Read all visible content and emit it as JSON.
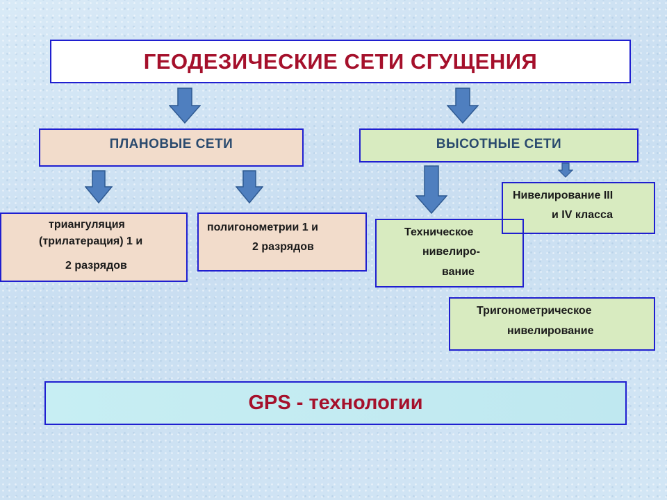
{
  "title": "ГЕОДЕЗИЧЕСКИЕ СЕТИ СГУЩЕНИЯ",
  "planovye": "ПЛАНОВЫЕ СЕТИ",
  "vysotnye": "ВЫСОТНЫЕ СЕТИ",
  "triangulation": {
    "line1": "триангуляция",
    "line2": "(трилатерация) 1 и",
    "line3": "2 разрядов"
  },
  "polygonometry": {
    "line1": "полигонометрии 1 и",
    "line2": "2 разрядов"
  },
  "technical_leveling": {
    "line1": "Техническое",
    "line2": "нивелиро-",
    "line3": "вание"
  },
  "leveling_classes": {
    "line1": "Нивелирование III",
    "line2": "и IV класса"
  },
  "trigonometric_leveling": {
    "line1": "Тригонометрическое",
    "line2": "нивелирование"
  },
  "gps": "GPS - технологии",
  "colors": {
    "title_text": "#a5102b",
    "border": "#1f1fd0",
    "arrow_fill": "#4f7fbf",
    "arrow_stroke": "#2f5a92"
  }
}
